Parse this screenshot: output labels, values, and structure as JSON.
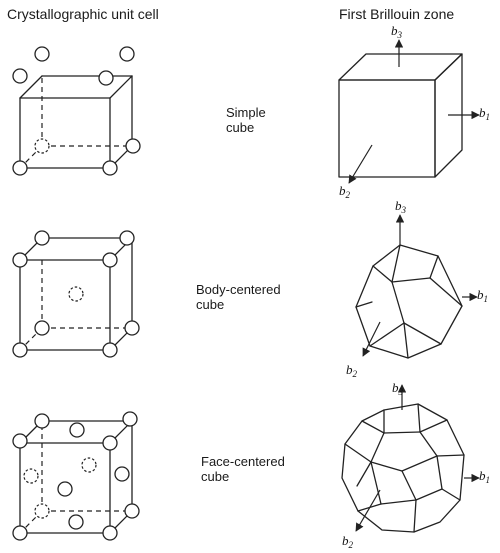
{
  "headers": {
    "left": "Crystallographic unit cell",
    "right": "First Brillouin zone"
  },
  "rows": [
    {
      "line1": "Simple",
      "line2": "cube"
    },
    {
      "line1": "Body-centered",
      "line2": "cube"
    },
    {
      "line1": "Face-centered",
      "line2": "cube"
    }
  ],
  "axes": {
    "b1": {
      "letter": "b",
      "sub": "1"
    },
    "b2": {
      "letter": "b",
      "sub": "2"
    },
    "b3": {
      "letter": "b",
      "sub": "3"
    }
  }
}
